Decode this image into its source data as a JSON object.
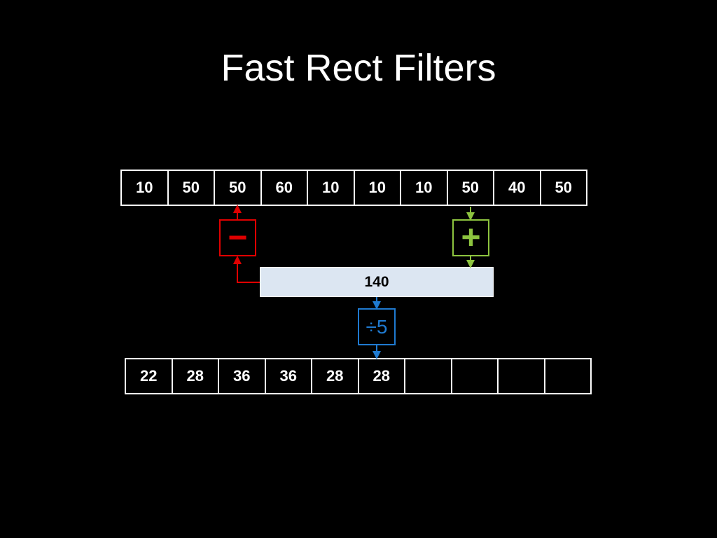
{
  "title": "Fast Rect Filters",
  "input_row": [
    "10",
    "50",
    "50",
    "60",
    "10",
    "10",
    "10",
    "50",
    "40",
    "50"
  ],
  "running_sum": "140",
  "operators": {
    "subtract": "−",
    "add": "+",
    "divide": "÷5"
  },
  "output_row": [
    "22",
    "28",
    "36",
    "36",
    "28",
    "28",
    "",
    "",
    "",
    ""
  ],
  "colors": {
    "subtract": "#e00000",
    "add": "#8dc43f",
    "divide": "#1f7ad0",
    "sum_fill": "#dce6f2"
  }
}
